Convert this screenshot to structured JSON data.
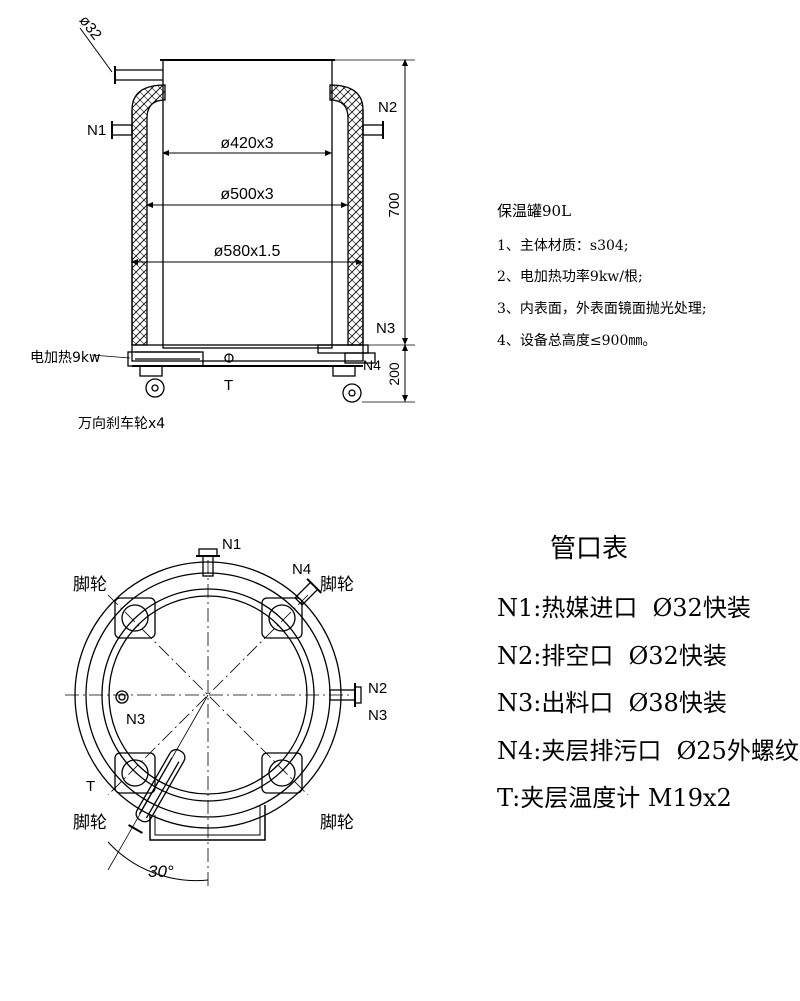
{
  "side_view": {
    "pipe_dim": "ø32",
    "dia_inner": "ø420x3",
    "dia_mid": "ø500x3",
    "dia_outer": "ø580x1.5",
    "height_main": "700",
    "height_leg": "200",
    "n1": "N1",
    "n2": "N2",
    "n3": "N3",
    "n4": "N4",
    "t": "T",
    "heater": "电加热9kw",
    "casters": "万向刹车轮x4"
  },
  "notes": {
    "title": "保温罐90L",
    "items": [
      "1、主体材质：s304;",
      "2、电加热功率9kw/根;",
      "3、内表面，外表面镜面抛光处理;",
      "4、设备总高度≤900㎜。"
    ]
  },
  "top_view": {
    "n1": "N1",
    "n2": "N2",
    "n3_left": "N3",
    "n3_right": "N3",
    "n4": "N4",
    "t": "T",
    "foot_tl": "脚轮",
    "foot_tr": "脚轮",
    "foot_bl": "脚轮",
    "foot_br": "脚轮",
    "angle": "30°"
  },
  "nozzle_table": {
    "title": "管口表",
    "rows": [
      "N1:热媒进口  Ø32快装",
      "N2:排空口  Ø32快装",
      "N3:出料口  Ø38快装",
      "N4:夹层排污口  Ø25外螺纹",
      "T:夹层温度计 M19x2"
    ]
  }
}
